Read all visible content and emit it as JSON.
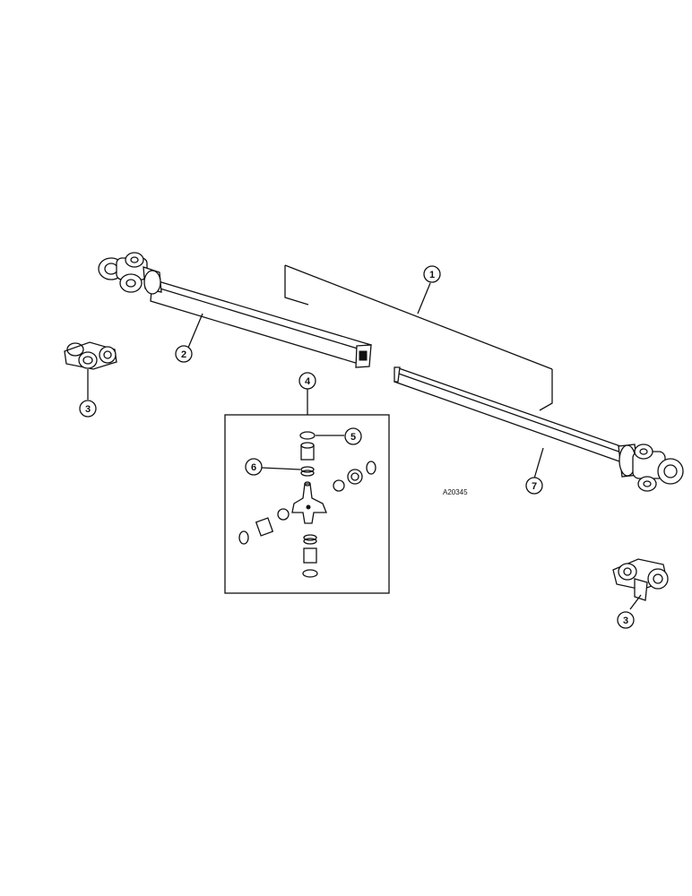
{
  "diagram": {
    "figure_reference": "A20345",
    "callouts": [
      {
        "id": "callout-1",
        "label": "1"
      },
      {
        "id": "callout-2",
        "label": "2"
      },
      {
        "id": "callout-3-left",
        "label": "3"
      },
      {
        "id": "callout-3-right",
        "label": "3"
      },
      {
        "id": "callout-4",
        "label": "4"
      },
      {
        "id": "callout-5",
        "label": "5"
      },
      {
        "id": "callout-6",
        "label": "6"
      },
      {
        "id": "callout-7",
        "label": "7"
      }
    ]
  }
}
